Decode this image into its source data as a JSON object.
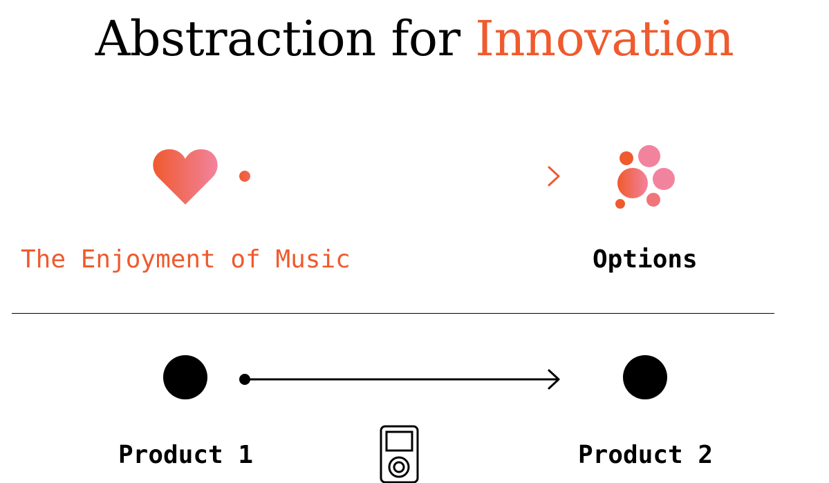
{
  "title": {
    "main": "Abstraction for",
    "accent": "Innovation"
  },
  "top_row": {
    "left_label": "The Enjoyment of Music",
    "right_label": "Options",
    "left_icon": "heart-icon",
    "right_icon": "bubbles-icon"
  },
  "bottom_row": {
    "left_label": "Product 1",
    "right_label": "Product 2",
    "left_icon": "dot-icon",
    "right_icon": "dot-icon",
    "middle_icon": "music-player-icon"
  },
  "colors": {
    "accent": "#ef5a2e",
    "accent_pink": "#f2839e",
    "text": "#000000"
  }
}
